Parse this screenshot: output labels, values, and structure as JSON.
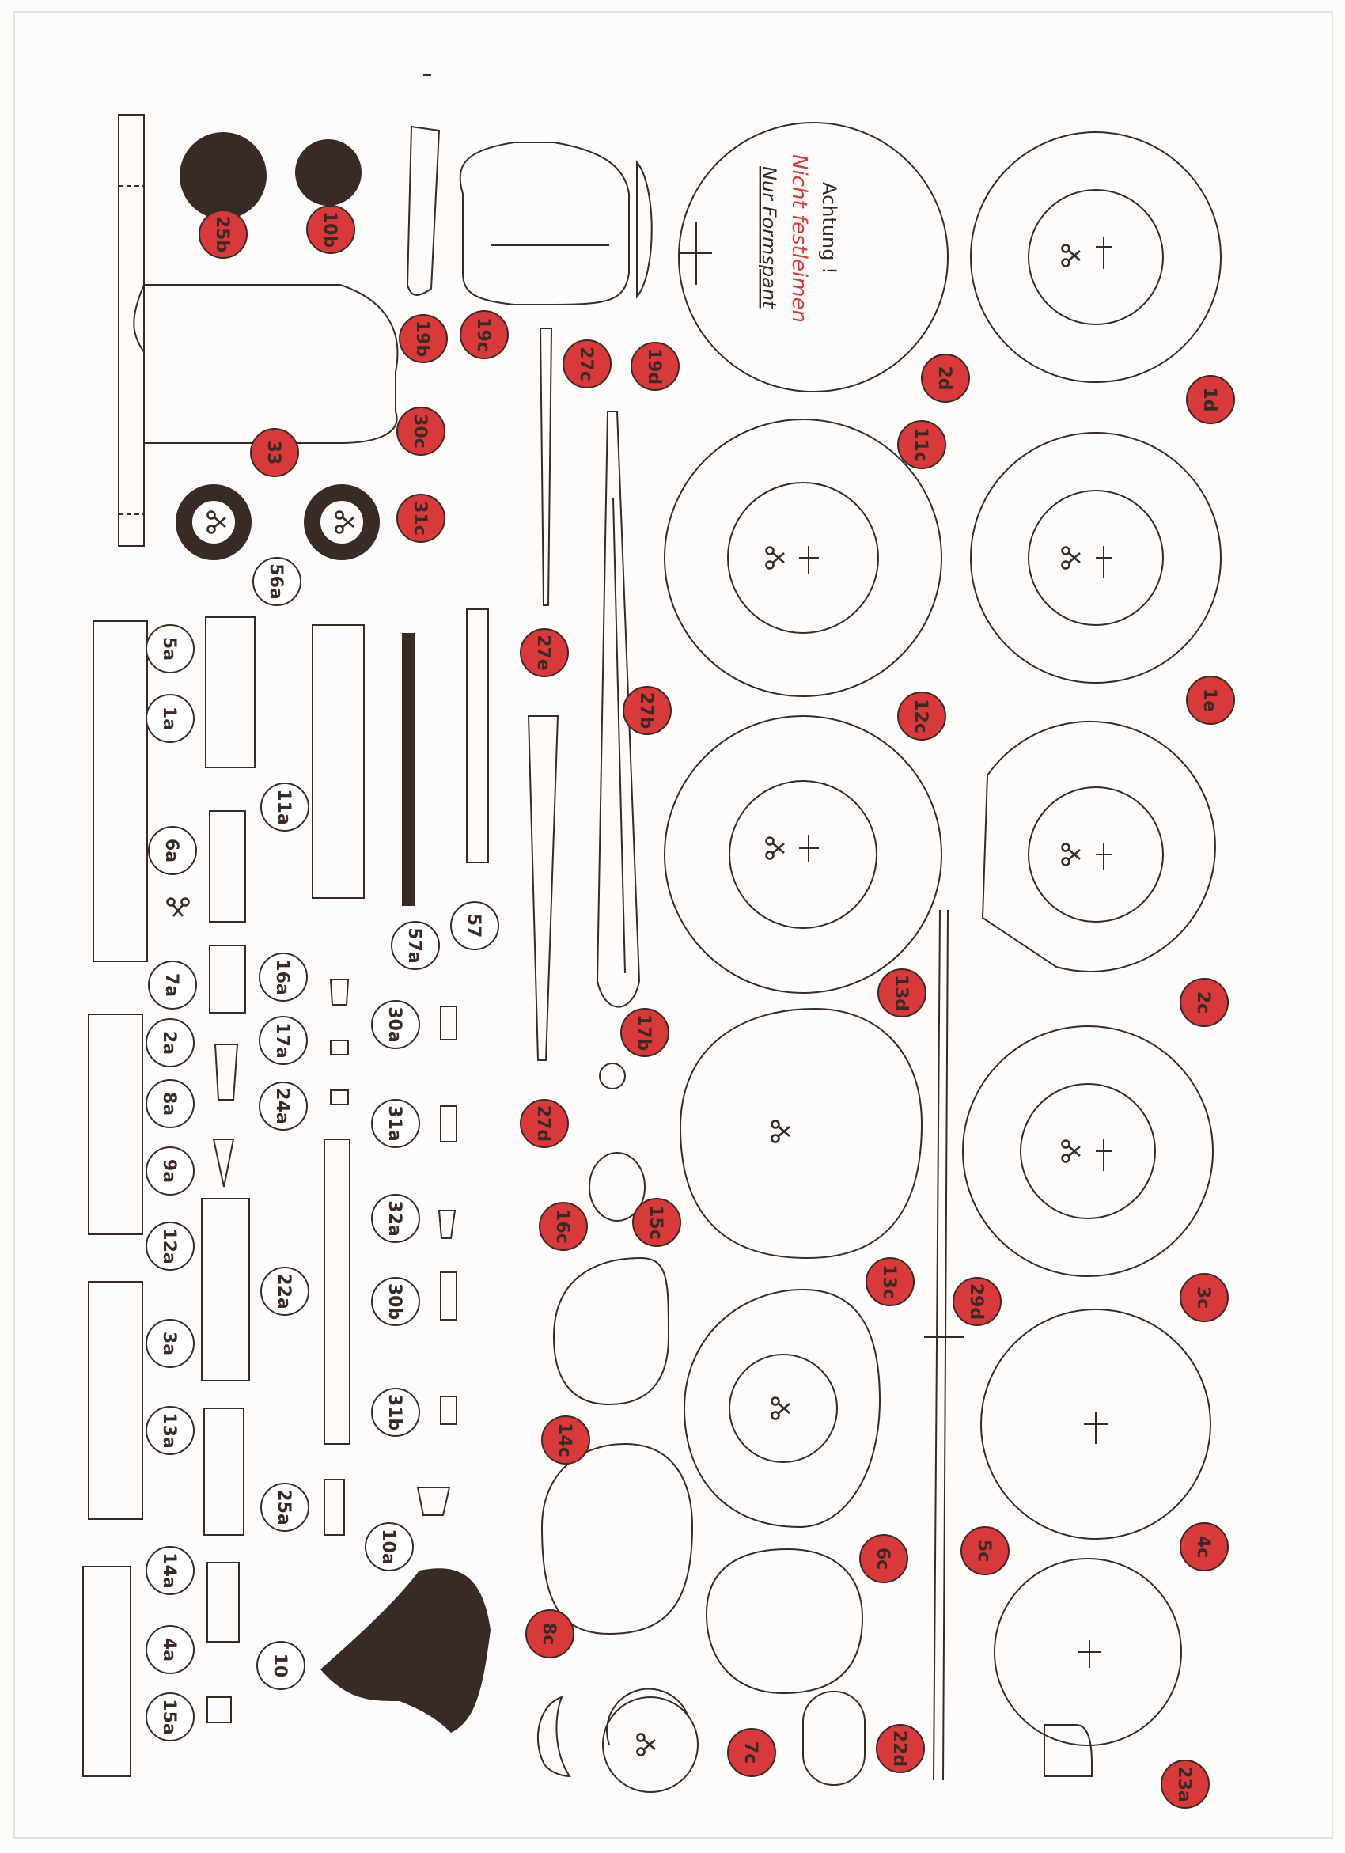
{
  "colors": {
    "ink": "#3a2a26",
    "red": "#d8393b",
    "paper": "#fdfcfa"
  },
  "notice": {
    "line1": "Achtung !",
    "line2": "Nicht festleimen",
    "line3": "Nur Formspant"
  },
  "labels": {
    "l_1d": "1d",
    "l_2d": "2d",
    "l_11c": "11c",
    "l_1e": "1e",
    "l_12c": "12c",
    "l_2c": "2c",
    "l_13d": "13d",
    "l_3c": "3c",
    "l_13c": "13c",
    "l_4c": "4c",
    "l_5c": "5c",
    "l_6c": "6c",
    "l_7c": "7c",
    "l_8c": "8c",
    "l_14c": "14c",
    "l_15c": "15c",
    "l_16c": "16c",
    "l_17b": "17b",
    "l_22d": "22d",
    "l_23a": "23a",
    "l_29d": "29d",
    "l_27c": "27c",
    "l_27e": "27e",
    "l_27b": "27b",
    "l_27d": "27d",
    "l_19d": "19d",
    "l_19c": "19c",
    "l_19b": "19b",
    "l_30c": "30c",
    "l_31c": "31c",
    "l_33": "33",
    "l_25b": "25b",
    "l_10b": "10b",
    "l_56a": "56a",
    "l_57a": "57a",
    "l_57": "57",
    "l_5a": "5a",
    "l_1a": "1a",
    "l_6a": "6a",
    "l_7a": "7a",
    "l_11a": "11a",
    "l_2a": "2a",
    "l_8a": "8a",
    "l_9a": "9a",
    "l_12a": "12a",
    "l_3a": "3a",
    "l_13a": "13a",
    "l_14a": "14a",
    "l_4a": "4a",
    "l_15a": "15a",
    "l_16a": "16a",
    "l_17a": "17a",
    "l_24a": "24a",
    "l_22a": "22a",
    "l_25a": "25a",
    "l_10a": "10a",
    "l_10": "10",
    "l_30a": "30a",
    "l_31a": "31a",
    "l_32a": "32a",
    "l_30b": "30b",
    "l_31b": "31b"
  }
}
